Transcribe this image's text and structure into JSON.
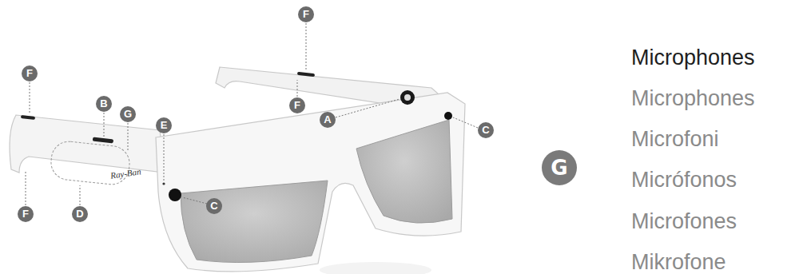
{
  "diagram": {
    "labels": [
      "F",
      "F",
      "B",
      "G",
      "E",
      "D",
      "C",
      "A",
      "F",
      "F",
      "C",
      "Ray-Ban",
      "G",
      "Microphones",
      "Microphones",
      "Microfoni",
      "Micrófonos",
      "Microfones",
      "Mikrofone"
    ]
  }
}
